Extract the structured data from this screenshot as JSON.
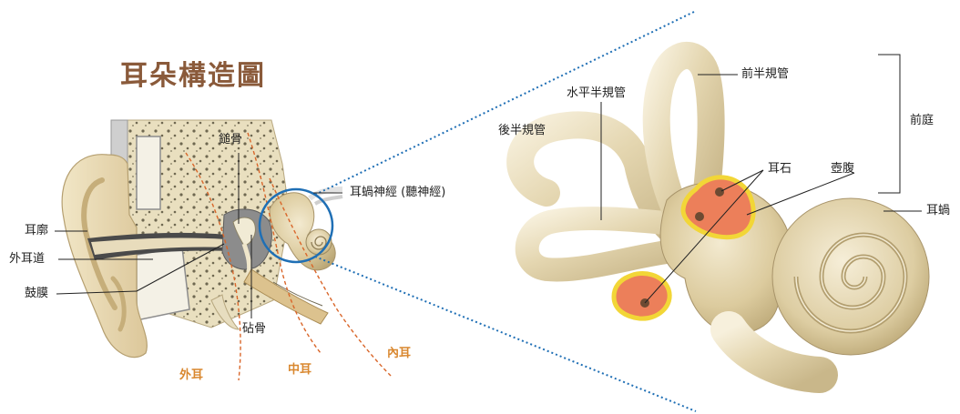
{
  "title": "耳朵構造圖",
  "labels": {
    "auricle": "耳廓",
    "ear_canal": "外耳道",
    "eardrum": "鼓膜",
    "malleus": "鎚骨",
    "incus": "砧骨",
    "cochlear_nerve": "耳蝸神經 (聽神經)"
  },
  "zones": {
    "outer_ear": "外耳",
    "middle_ear": "中耳",
    "inner_ear": "內耳"
  },
  "inner_ear_labels": {
    "anterior_canal": "前半規管",
    "horizontal_canal": "水平半規管",
    "posterior_canal": "後半規管",
    "otoliths": "耳石",
    "saccule": "壺腹",
    "vestibule": "前庭",
    "cochlea": "耳蝸"
  },
  "colors": {
    "title": "#8a5a3a",
    "zone_text": "#d9872e",
    "zone_boundary": "#d9662a",
    "zoom_circle": "#1f6fb5",
    "zoom_leader": "#1f6fb5",
    "bone": "#efe5c8",
    "tissue": "#e6d6ad",
    "otolith_fill": "#ec7f5a",
    "otolith_rim": "#f2d637"
  }
}
